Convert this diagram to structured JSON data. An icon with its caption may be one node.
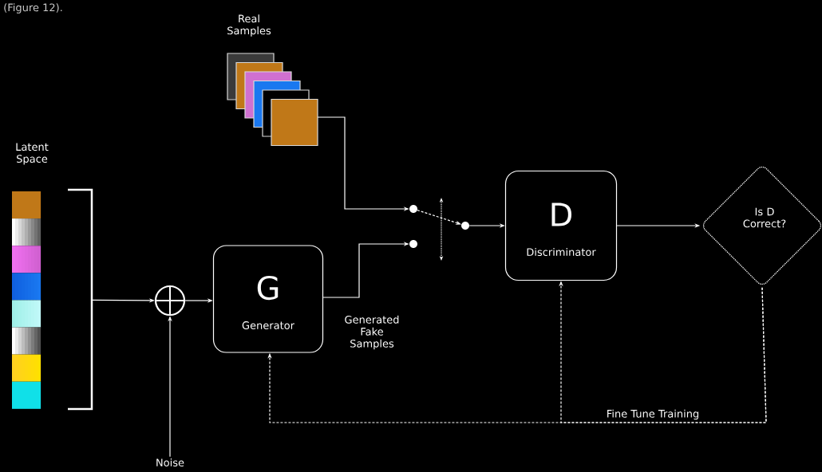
{
  "diagram": {
    "nodes": [
      {
        "text": [
          "Real Samples"
        ]
      },
      {
        "text": [
          "Latent Space"
        ]
      },
      {
        "text": [],
        "shape": "circle"
      },
      {
        "text": [
          "Noise"
        ]
      },
      {
        "text": [
          "G",
          "Generator"
        ],
        "beside": [
          "Generated Fake Samples"
        ]
      },
      {
        "text": [],
        "shape": "circle"
      },
      {
        "text": [],
        "shape": "circle"
      },
      {
        "text": [],
        "shape": "circle"
      },
      {
        "text": [
          "D",
          "Discriminator"
        ]
      },
      {
        "text": [
          "Is D Correct?"
        ]
      }
    ],
    "edges": [
      {
        "from": 1,
        "to": 2,
        "arrow": "to"
      },
      {
        "from": 3,
        "to": 2,
        "arrow": "to"
      },
      {
        "from": 2,
        "to": 4,
        "arrow": "to"
      },
      {
        "from": 0,
        "to": 5,
        "arrow": "to"
      },
      {
        "from": 4,
        "to": 6,
        "arrow": "to"
      },
      {
        "from": 5,
        "to": 7,
        "arrow": "to",
        "style": "dashed"
      },
      {
        "from": 7,
        "to": 8,
        "arrow": "to"
      },
      {
        "from": 8,
        "to": 9,
        "arrow": "to"
      },
      {
        "from": 9,
        "to": 4,
        "arrow": "to",
        "style": "dashed",
        "label": "Fine Tune Training"
      },
      {
        "from": 9,
        "to": 8,
        "arrow": "to",
        "style": "dashed"
      }
    ],
    "labels": [
      "(Figure 12)."
    ]
  }
}
